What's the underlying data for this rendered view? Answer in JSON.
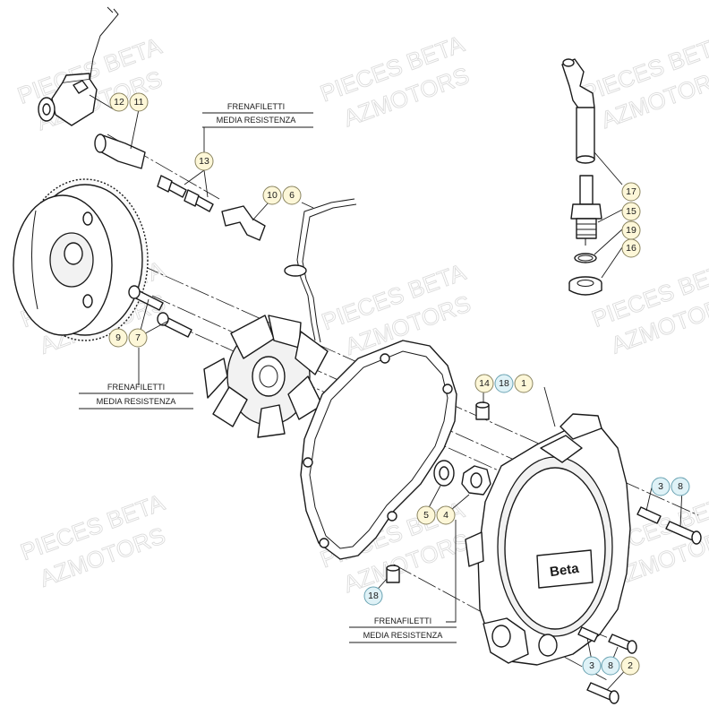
{
  "watermark": {
    "line1": "PIECES BETA",
    "line2": "AZMOTORS"
  },
  "notes": [
    {
      "line1": "FRENAFILETTI",
      "line2": "MEDIA RESISTENZA"
    },
    {
      "line1": "FRENAFILETTI",
      "line2": "MEDIA RESISTENZA"
    },
    {
      "line1": "FRENAFILETTI",
      "line2": "MEDIA RESISTENZA"
    }
  ],
  "callouts": [
    {
      "id": "c12",
      "label": "12",
      "color": "yellow"
    },
    {
      "id": "c11",
      "label": "11",
      "color": "yellow"
    },
    {
      "id": "c13",
      "label": "13",
      "color": "yellow"
    },
    {
      "id": "c10",
      "label": "10",
      "color": "yellow"
    },
    {
      "id": "c6",
      "label": "6",
      "color": "yellow"
    },
    {
      "id": "c17",
      "label": "17",
      "color": "yellow"
    },
    {
      "id": "c15",
      "label": "15",
      "color": "yellow"
    },
    {
      "id": "c19",
      "label": "19",
      "color": "yellow"
    },
    {
      "id": "c16",
      "label": "16",
      "color": "yellow"
    },
    {
      "id": "c9",
      "label": "9",
      "color": "yellow"
    },
    {
      "id": "c7",
      "label": "7",
      "color": "yellow"
    },
    {
      "id": "c14",
      "label": "14",
      "color": "yellow"
    },
    {
      "id": "c18a",
      "label": "18",
      "color": "blue"
    },
    {
      "id": "c1",
      "label": "1",
      "color": "yellow"
    },
    {
      "id": "c3a",
      "label": "3",
      "color": "blue"
    },
    {
      "id": "c8a",
      "label": "8",
      "color": "blue"
    },
    {
      "id": "c5",
      "label": "5",
      "color": "yellow"
    },
    {
      "id": "c4",
      "label": "4",
      "color": "yellow"
    },
    {
      "id": "c18b",
      "label": "18",
      "color": "blue"
    },
    {
      "id": "c3b",
      "label": "3",
      "color": "blue"
    },
    {
      "id": "c8b",
      "label": "8",
      "color": "blue"
    },
    {
      "id": "c2",
      "label": "2",
      "color": "yellow"
    }
  ],
  "cover_logo": "Beta",
  "colors": {
    "balloon_yellow": "#fdf7d8",
    "balloon_blue": "#dff2f7",
    "line": "#1a1a1a"
  }
}
